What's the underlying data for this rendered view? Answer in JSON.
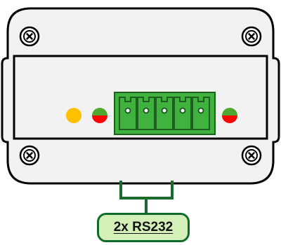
{
  "device": {
    "colors": {
      "body_fill": "#f2f2f2",
      "outline": "#000000",
      "led_status": "#ffc000",
      "led_green": "#4ea72e",
      "led_red": "#ff0000",
      "terminal_green": "#3fb23f",
      "terminal_dark": "#1f5f1f",
      "connector_line": "#1a6b2e"
    },
    "screws": [
      "screw-icon",
      "screw-icon",
      "screw-icon",
      "screw-icon"
    ],
    "leds": [
      {
        "name": "status-led",
        "state": "yellow"
      },
      {
        "name": "bicolor-led",
        "state": "green-red"
      },
      {
        "name": "bicolor-led",
        "state": "green-red"
      }
    ],
    "terminal_block": {
      "type": "pluggable-terminal-block",
      "pins": 5
    }
  },
  "label": {
    "text": "2x RS232",
    "fill": "#d4f0b8",
    "border": "#0e6b2c"
  }
}
